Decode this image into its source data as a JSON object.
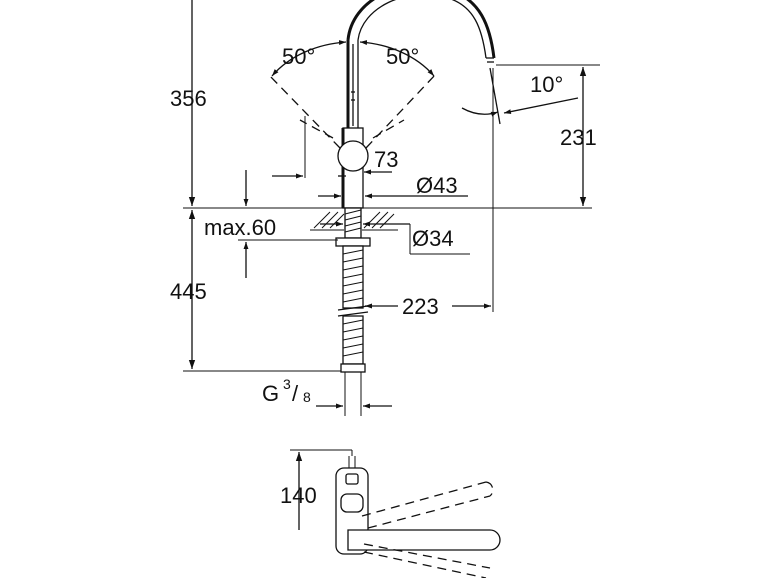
{
  "dimensions": {
    "height_above_deck": "356",
    "spout_height": "231",
    "spout_angle": "10°",
    "swivel_left": "50°",
    "swivel_right": "50°",
    "body_offset": "73",
    "body_diameter": "Ø43",
    "hole_diameter": "Ø34",
    "max_deck_thickness": "max.60",
    "below_deck_length": "445",
    "spout_reach": "223",
    "connection_thread_prefix": "G",
    "connection_thread_num": "3",
    "connection_thread_den": "8",
    "top_view_depth": "140"
  }
}
